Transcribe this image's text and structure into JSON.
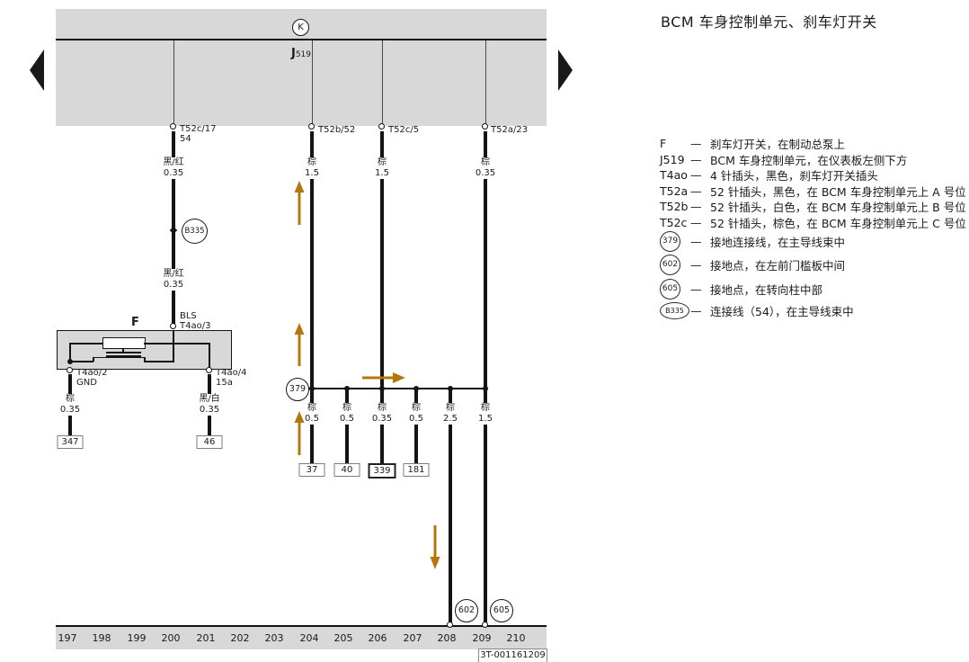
{
  "title": "BCM 车身控制单元、刹车灯开关",
  "colors": {
    "arrow": "#b5770b",
    "band_gray": "#d8d8d8",
    "wire": "#141414"
  },
  "module": {
    "circle_label": "K",
    "designation": "J",
    "designation_sub": "519"
  },
  "top_pins": {
    "pin1": "T52c/17",
    "pin1_terminal": "54",
    "pin2": "T52b/52",
    "pin3": "T52c/5",
    "pin4": "T52a/23"
  },
  "wire1": {
    "color_top": "黑/红",
    "gauge_top": "0.35",
    "splice": "B335",
    "color_bottom": "黑/红",
    "gauge_bottom": "0.35",
    "signal": "BLS",
    "pin": "T4ao/3"
  },
  "switch_f": {
    "label": "F",
    "pin_left": "T4ao/2",
    "pin_left_sub": "GND",
    "pin_right": "T4ao/4",
    "pin_right_sub": "15a",
    "wire_left_color": "棕",
    "wire_left_gauge": "0.35",
    "terminal_left": "347",
    "wire_right_color": "黑/白",
    "wire_right_gauge": "0.35",
    "terminal_right": "46"
  },
  "wire2": {
    "color": "棕",
    "gauge": "1.5"
  },
  "wire3": {
    "color": "棕",
    "gauge": "1.5"
  },
  "wire4": {
    "color": "棕",
    "gauge": "0.35"
  },
  "ground_bus": {
    "connector": "379"
  },
  "branches": [
    {
      "color": "棕",
      "gauge": "0.5",
      "terminal": "37"
    },
    {
      "color": "棕",
      "gauge": "0.5",
      "terminal": "40"
    },
    {
      "color": "棕",
      "gauge": "0.35",
      "terminal": "339"
    },
    {
      "color": "棕",
      "gauge": "0.5",
      "terminal": "181"
    },
    {
      "color": "棕",
      "gauge": "2.5",
      "ground": "602"
    },
    {
      "color": "棕",
      "gauge": "1.5",
      "ground": "605"
    }
  ],
  "track_numbers": [
    "197",
    "198",
    "199",
    "200",
    "201",
    "202",
    "203",
    "204",
    "205",
    "206",
    "207",
    "208",
    "209",
    "210"
  ],
  "diagram_id": "3T-001161209",
  "legend_dash": "—",
  "legend": [
    {
      "symbol": "F",
      "desc": "刹车灯开关，在制动总泵上"
    },
    {
      "symbol": "J519",
      "desc": "BCM 车身控制单元，在仪表板左侧下方"
    },
    {
      "symbol": "T4ao",
      "desc": "4 针插头，黑色，刹车灯开关插头"
    },
    {
      "symbol": "T52a",
      "desc": "52 针插头，黑色，在 BCM 车身控制单元上 A 号位"
    },
    {
      "symbol": "T52b",
      "desc": "52 针插头，白色，在 BCM 车身控制单元上 B 号位"
    },
    {
      "symbol": "T52c",
      "desc": "52 针插头，棕色，在 BCM 车身控制单元上 C 号位"
    },
    {
      "symbol": "379",
      "desc": "接地连接线，在主导线束中"
    },
    {
      "symbol": "602",
      "desc": "接地点，在左前门槛板中间"
    },
    {
      "symbol": "605",
      "desc": "接地点，在转向柱中部"
    },
    {
      "symbol": "B335",
      "desc": "连接线（54），在主导线束中"
    }
  ]
}
